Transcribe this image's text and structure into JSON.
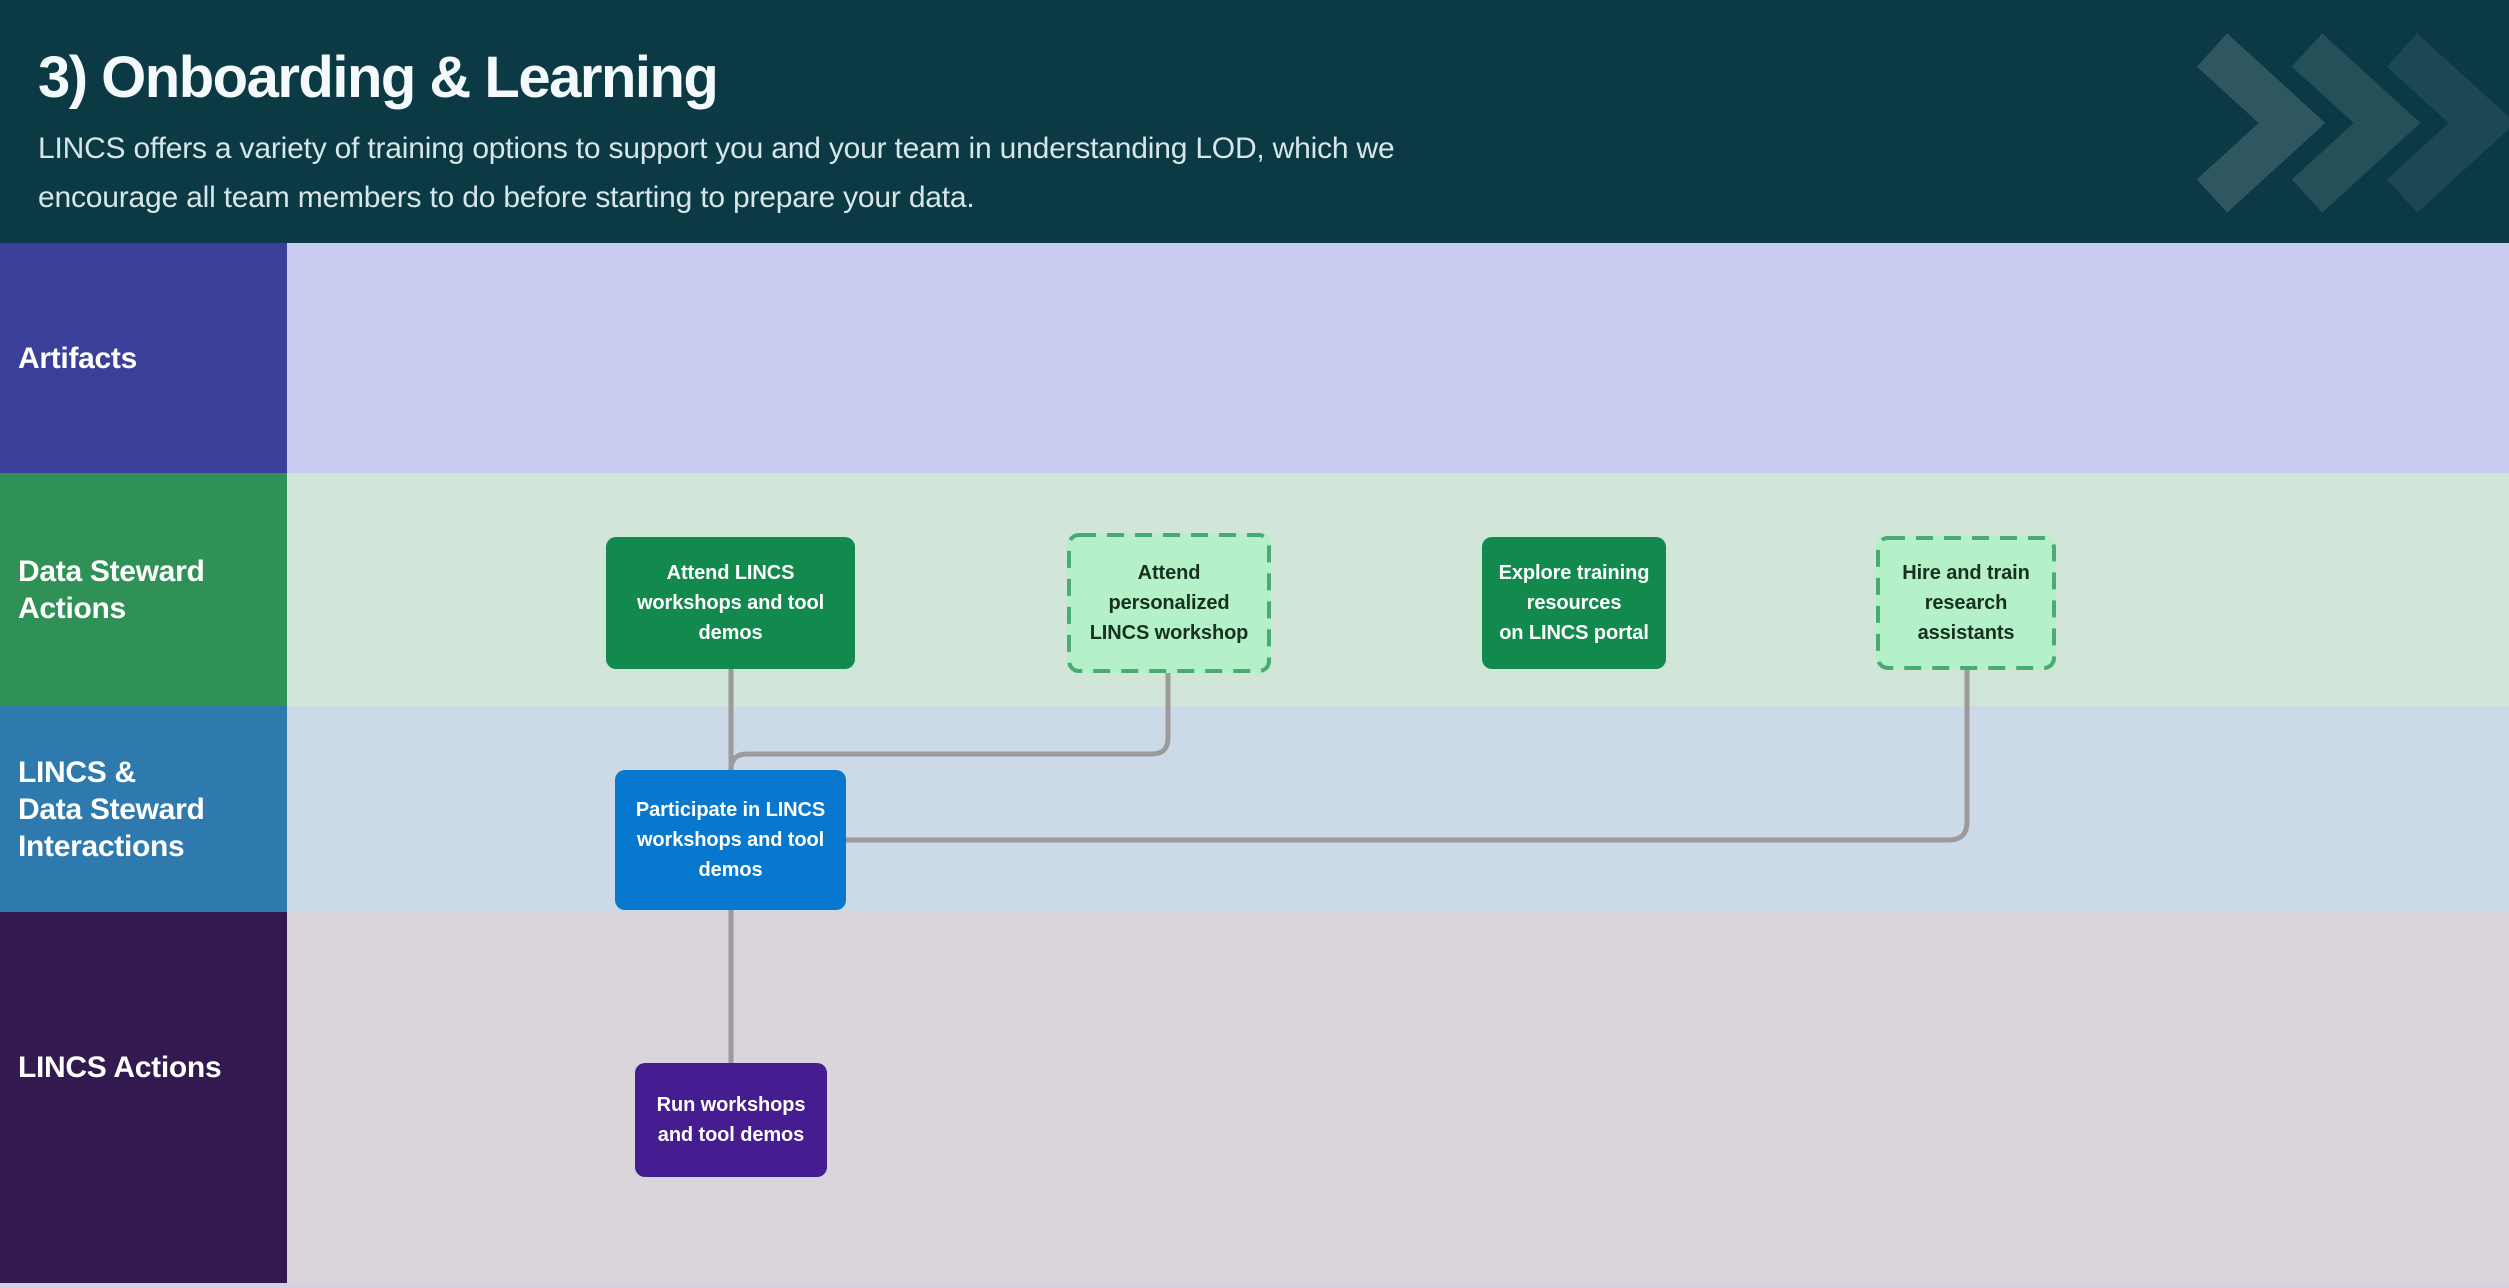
{
  "header": {
    "title": "3) Onboarding & Learning",
    "description": "LINCS offers a variety of training options to support you and your team in understanding LOD, which we\nencourage all team members to do before starting to prepare your data.",
    "bg_color": "#0b3944",
    "title_color": "#f4fafb",
    "description_color": "#d7e6e8",
    "chevron_colors": [
      "#2e5761",
      "#24505a",
      "#1b4853"
    ]
  },
  "lanes": {
    "text_color": "#ffffff",
    "rows": [
      {
        "label": "Artifacts",
        "sidebar_color": "#3a3f9a",
        "band_color": "#c9ccf1"
      },
      {
        "label": "Data Steward\nActions",
        "sidebar_color": "#2f9156",
        "band_color": "#d1e5d9"
      },
      {
        "label": "LINCS &\nData Steward\nInteractions",
        "sidebar_color": "#2e7aae",
        "band_color": "#ccdae7"
      },
      {
        "label": "LINCS Actions",
        "sidebar_color": "#32194f",
        "band_color": "#d9d5db"
      }
    ]
  },
  "page": {
    "bottom_strip_color": "#d5d1e0"
  },
  "diagram": {
    "connector_color": "#9b9b9b",
    "node_styles": {
      "solid_green": {
        "bg": "#138a4d",
        "text": "#ffffff"
      },
      "dashed_green": {
        "bg": "#b4f1c9",
        "border": "#4aaa74",
        "text": "#17301f"
      },
      "solid_blue": {
        "bg": "#0878ce",
        "text": "#ffffff"
      },
      "solid_purple": {
        "bg": "#451d90",
        "text": "#ffffff"
      }
    },
    "nodes": [
      {
        "id": "attend-lincs-workshops",
        "label": "Attend LINCS\nworkshops and tool\ndemos",
        "style": "solid_green"
      },
      {
        "id": "attend-personalized-workshop",
        "label": "Attend\npersonalized\nLINCS workshop",
        "style": "dashed_green"
      },
      {
        "id": "explore-training-resources",
        "label": "Explore training\nresources\non LINCS portal",
        "style": "solid_green"
      },
      {
        "id": "hire-train-assistants",
        "label": "Hire and train\nresearch\nassistants",
        "style": "dashed_green"
      },
      {
        "id": "participate-workshops",
        "label": "Participate in LINCS\nworkshops and tool\ndemos",
        "style": "solid_blue"
      },
      {
        "id": "run-workshops",
        "label": "Run workshops\nand tool demos",
        "style": "solid_purple"
      }
    ]
  }
}
